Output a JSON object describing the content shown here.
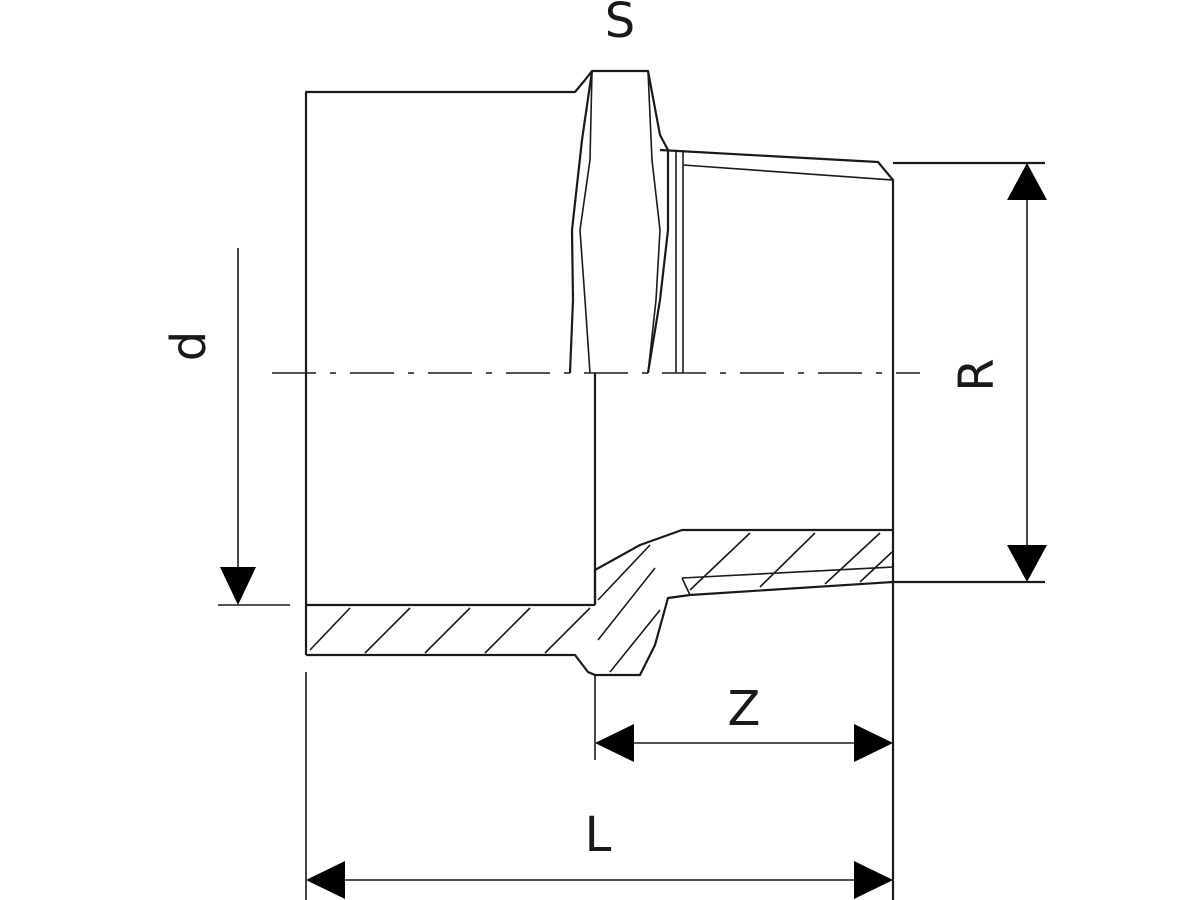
{
  "labels": {
    "s": "S",
    "d": "d",
    "r": "R",
    "z": "Z",
    "l": "L"
  }
}
